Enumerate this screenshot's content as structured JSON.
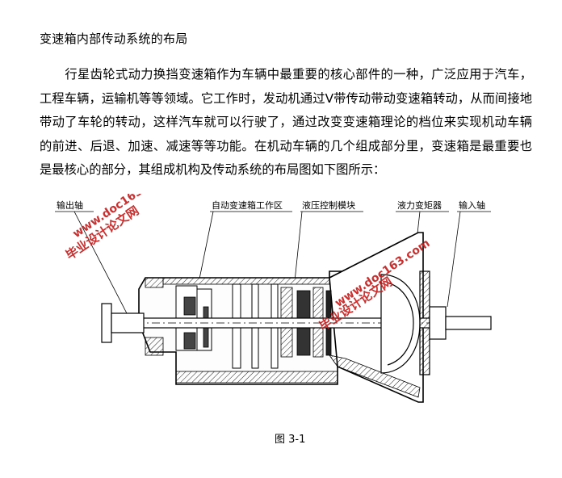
{
  "heading": "变速箱内部传动系统的布局",
  "paragraph": "行星齿轮式动力换挡变速箱作为车辆中最重要的核心部件的一种，广泛应用于汽车，工程车辆，运输机等等领域。它工作时，发动机通过Ⅴ带传动带动变速箱转动，从而间接地带动了车轮的转动，这样汽车就可以行驶了，通过改变变速箱理论的档位来实现机动车辆的前进、后退、加速、减速等等功能。在机动车辆的几个组成部分里，变速箱是最重要也是最核心的部分，其组成机构及传动系统的布局图如下图所示：",
  "figure": {
    "labels": {
      "output_shaft": "输出轴",
      "work_area": "自动变速箱工作区",
      "hydraulic_module": "液压控制模块",
      "torque_converter": "液力变矩器",
      "input_shaft": "输入轴"
    },
    "watermark": {
      "cn": "毕业设计论文网",
      "url": "www.doc163.com"
    }
  },
  "caption": "图 3-1"
}
